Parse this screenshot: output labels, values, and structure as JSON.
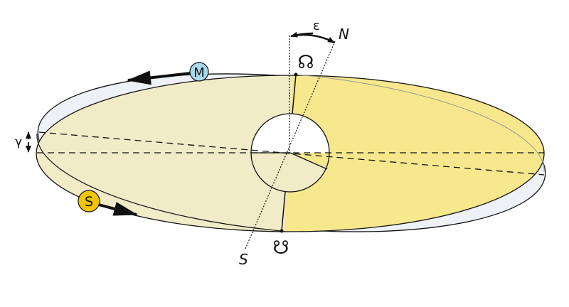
{
  "labels": {
    "north": "N",
    "south": "S",
    "obliquity": "ε",
    "inclination": "γ",
    "ascending_node": "☊",
    "descending_node": "☋",
    "moon": "M",
    "sun": "S"
  },
  "colors": {
    "ecliptic_left": "#f2ebc8",
    "ecliptic_right": "#f7e88e",
    "moon_orbit": "#eef1f8",
    "moon": "#a9d9ef",
    "sun": "#f2c400"
  }
}
